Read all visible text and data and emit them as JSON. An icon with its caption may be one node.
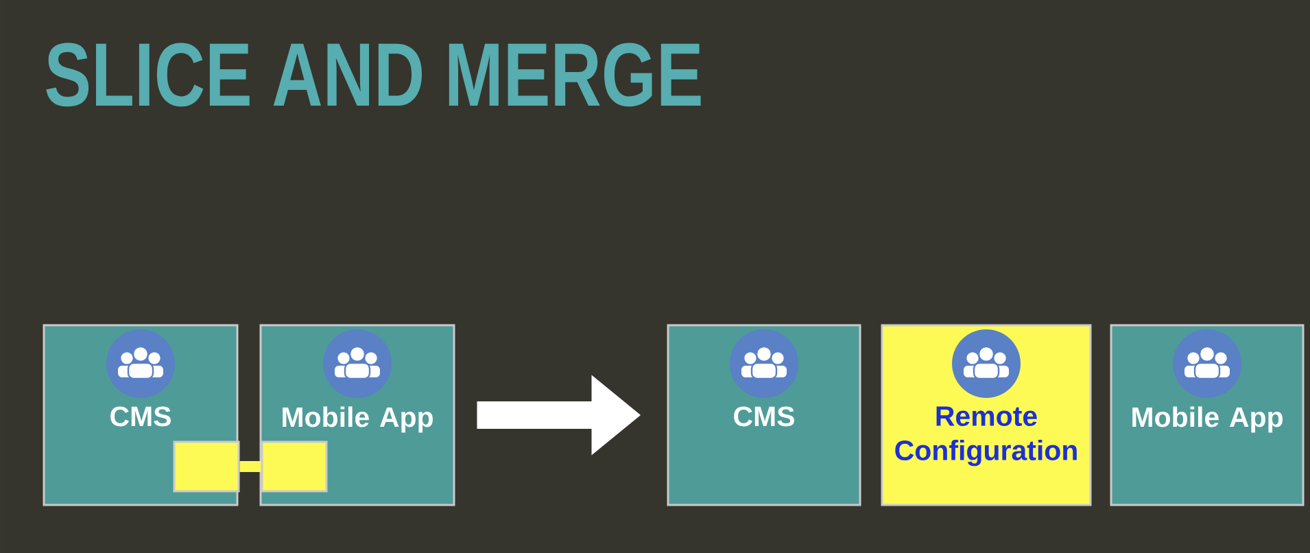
{
  "diagram": {
    "title": "SLICE AND MERGE",
    "nodes": [
      {
        "text": [
          "CMS"
        ]
      },
      {
        "text": [
          "Mobile App"
        ]
      },
      {
        "text": [],
        "shape": "box",
        "in": 0
      },
      {
        "text": [],
        "shape": "box",
        "in": 1
      },
      {
        "text": [
          "CMS"
        ]
      },
      {
        "text": [
          "Remote Configuration"
        ]
      },
      {
        "text": [
          "Mobile App"
        ]
      }
    ],
    "edges": [
      {
        "from": 2,
        "to": 3,
        "arrow": "none",
        "color": "#fdf954"
      },
      {
        "from": 1,
        "to": 4,
        "arrow": "to",
        "style": "thick",
        "color": "#ffffff"
      }
    ]
  }
}
